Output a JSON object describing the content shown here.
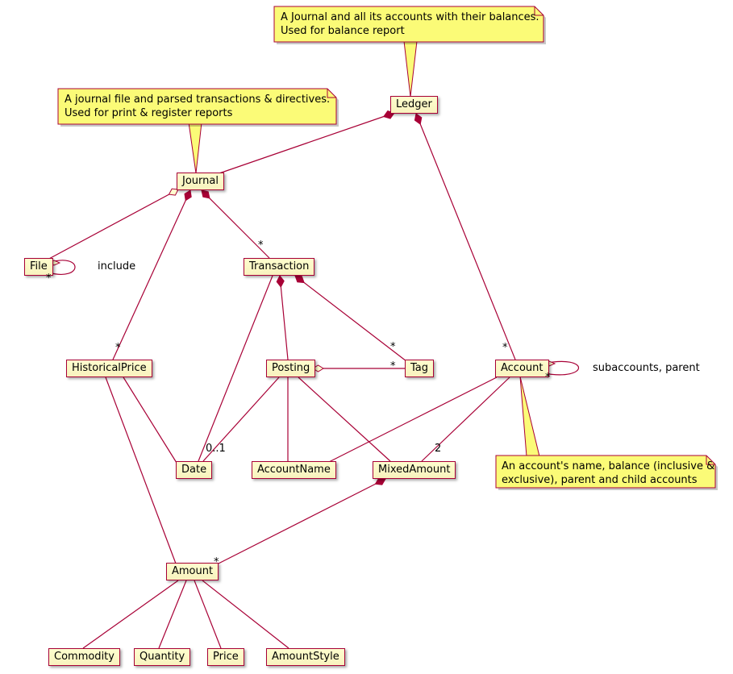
{
  "diagram_type": "uml-class-diagram",
  "colors": {
    "line": "#A80036",
    "node_fill": "#FEFECE",
    "note_fill": "#FBFB77",
    "text": "#000000",
    "background": "#FFFFFF"
  },
  "nodes": [
    {
      "id": "ledger",
      "label": "Ledger"
    },
    {
      "id": "journal",
      "label": "Journal"
    },
    {
      "id": "file",
      "label": "File"
    },
    {
      "id": "transaction",
      "label": "Transaction"
    },
    {
      "id": "historical-price",
      "label": "HistoricalPrice"
    },
    {
      "id": "posting",
      "label": "Posting"
    },
    {
      "id": "tag",
      "label": "Tag"
    },
    {
      "id": "account",
      "label": "Account"
    },
    {
      "id": "date",
      "label": "Date"
    },
    {
      "id": "account-name",
      "label": "AccountName"
    },
    {
      "id": "mixed-amount",
      "label": "MixedAmount"
    },
    {
      "id": "amount",
      "label": "Amount"
    },
    {
      "id": "commodity",
      "label": "Commodity"
    },
    {
      "id": "quantity",
      "label": "Quantity"
    },
    {
      "id": "price",
      "label": "Price"
    },
    {
      "id": "amount-style",
      "label": "AmountStyle"
    }
  ],
  "notes": [
    {
      "id": "note-ledger",
      "lines": [
        "A Journal and all its accounts with their balances.",
        "Used for balance report"
      ]
    },
    {
      "id": "note-journal",
      "lines": [
        "A journal file and parsed transactions & directives.",
        "Used for print & register reports"
      ]
    },
    {
      "id": "note-account",
      "lines": [
        "An account's name, balance (inclusive &",
        "exclusive), parent and child accounts"
      ]
    }
  ],
  "edge_labels": [
    {
      "id": "include",
      "text": "include"
    },
    {
      "id": "subaccounts-parent",
      "text": "subaccounts, parent"
    },
    {
      "id": "mult-file",
      "text": "*"
    },
    {
      "id": "mult-transaction",
      "text": "*"
    },
    {
      "id": "mult-historical-price",
      "text": "*"
    },
    {
      "id": "mult-account",
      "text": "*"
    },
    {
      "id": "mult-tag-transaction",
      "text": "*"
    },
    {
      "id": "mult-tag-posting",
      "text": "*"
    },
    {
      "id": "mult-subaccounts",
      "text": "*"
    },
    {
      "id": "mult-amount",
      "text": "*"
    },
    {
      "id": "mult-date",
      "text": "0..1"
    },
    {
      "id": "mult-mixed-amount",
      "text": "2"
    }
  ]
}
